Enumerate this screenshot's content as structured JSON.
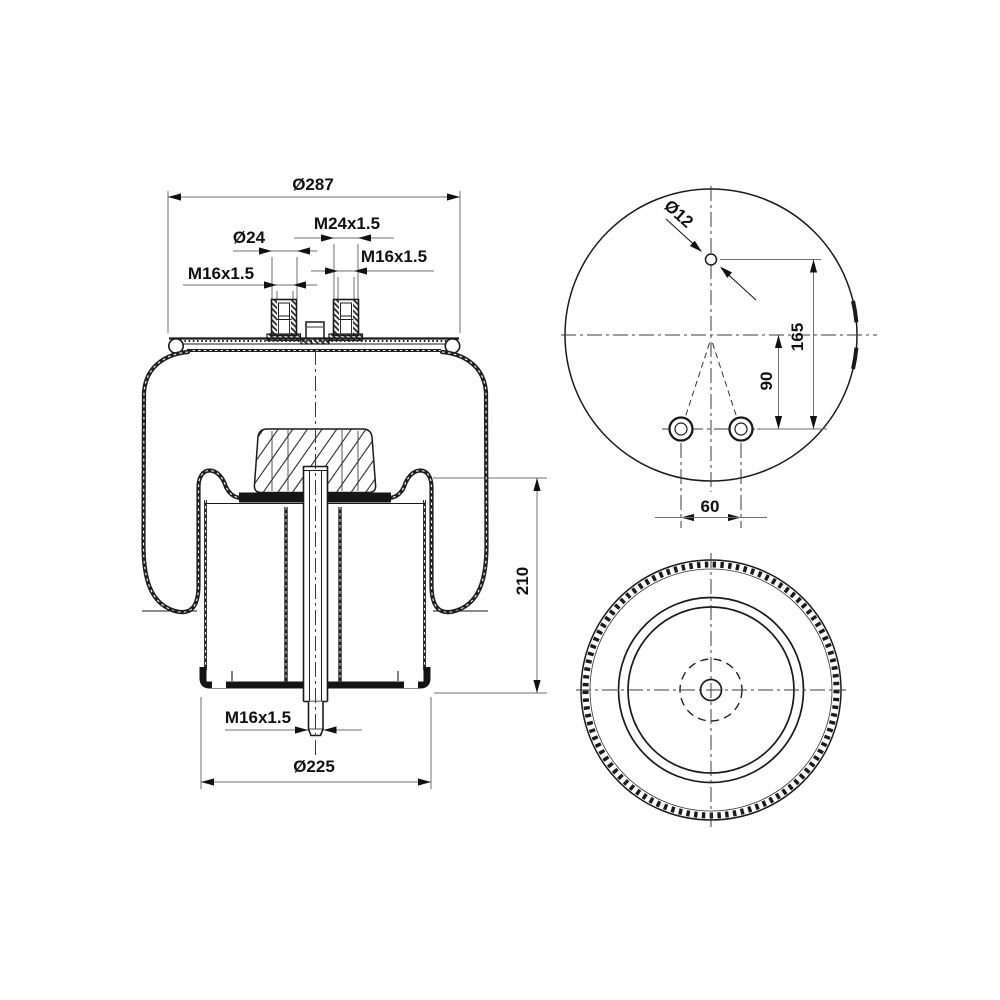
{
  "page": {
    "background": "#ffffff"
  },
  "drawing": {
    "kind": "technical-drawing",
    "subject": "air-spring-bellow",
    "colors": {
      "outline": "#1a1a1a",
      "dimension_lines": "#6f6f6f",
      "text": "#101010",
      "background": "#ffffff"
    },
    "views": {
      "section": {
        "dims": {
          "top_plate_diameter": "Ø287",
          "stud_boss_diameter": "Ø24",
          "stud_base_thread": "M24x1.5",
          "stud_thread_right": "M16x1.5",
          "stud_thread_left": "M16x1.5",
          "height": "210",
          "bottom_stud_thread": "M16x1.5",
          "piston_diameter": "Ø225"
        }
      },
      "top": {
        "dims": {
          "air_hole_diameter": "Ø12",
          "hole_to_stud_distance": "165",
          "center_to_stud_distance": "90",
          "stud_spacing": "60"
        }
      },
      "bottom": {
        "dims": {}
      }
    }
  }
}
